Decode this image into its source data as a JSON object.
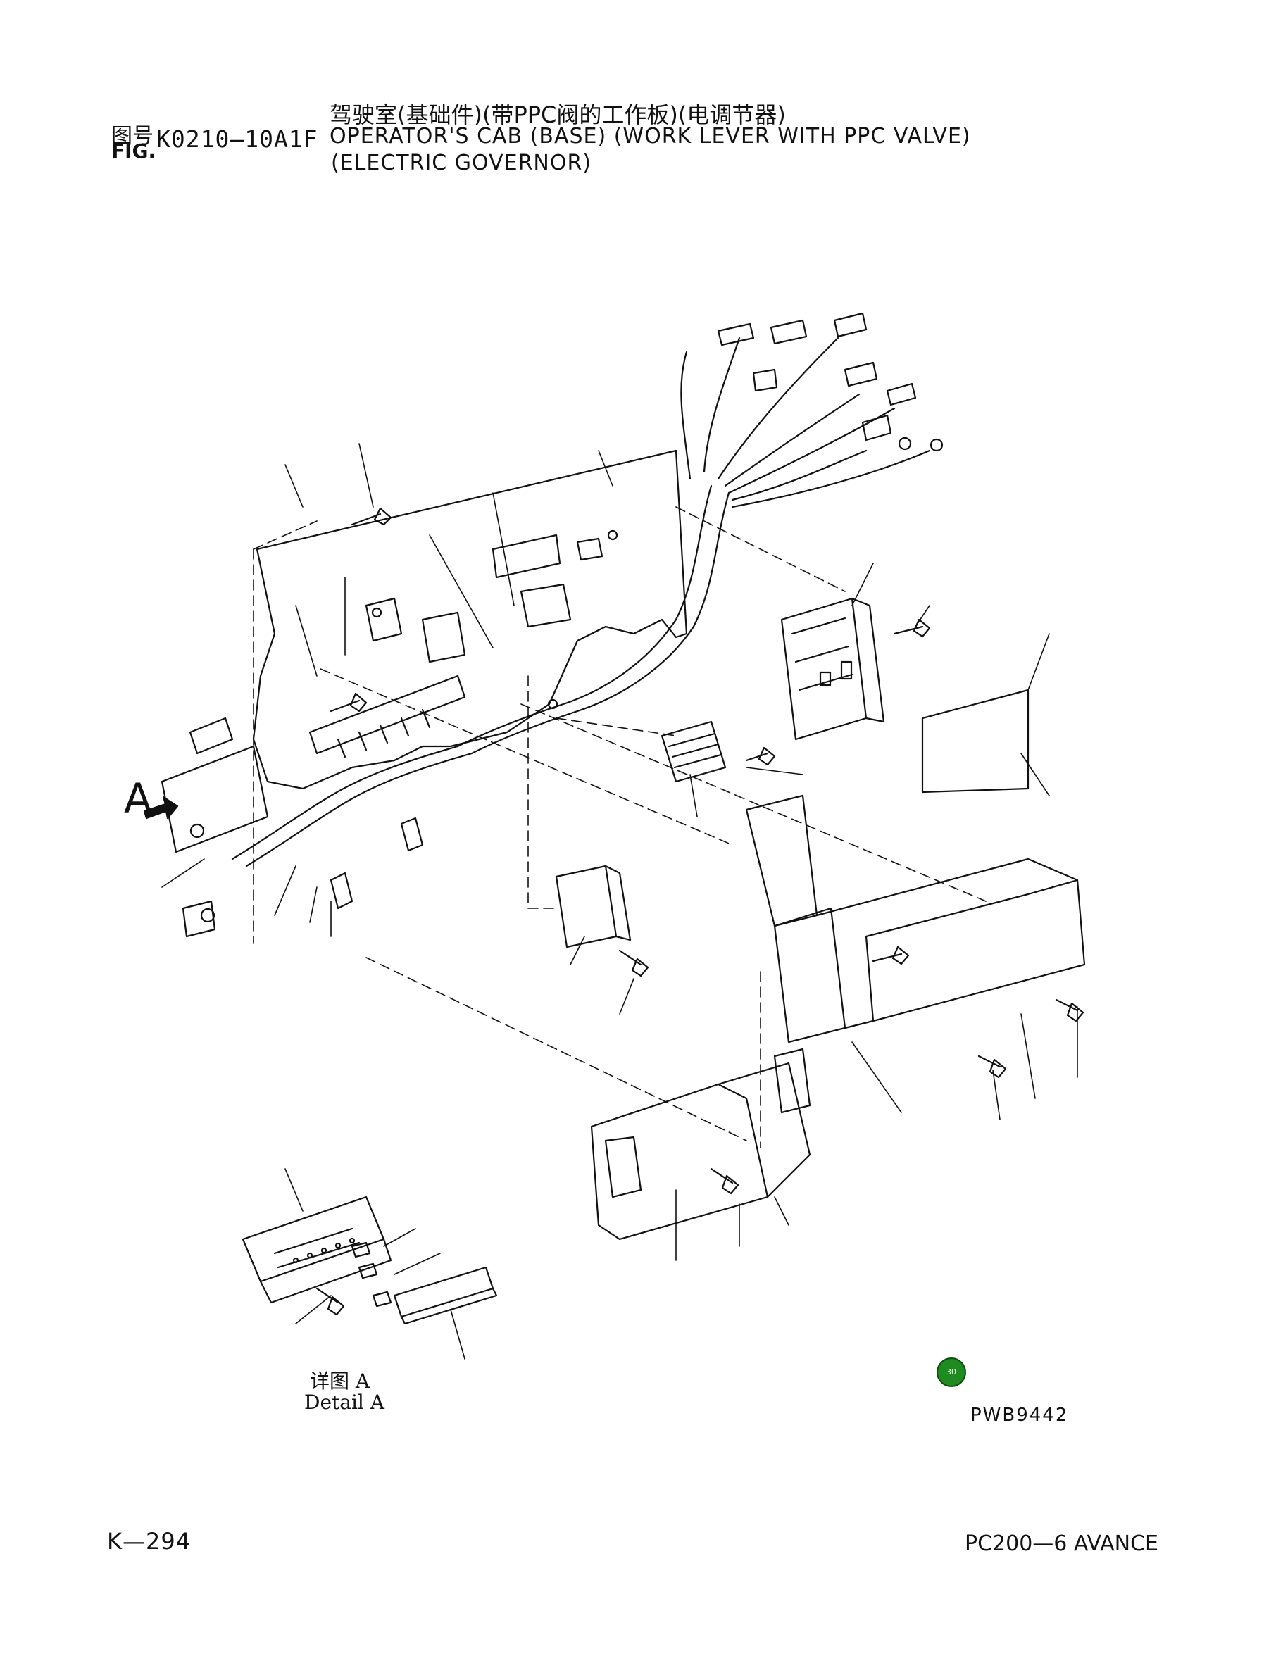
{
  "header": {
    "fig_label_cn": "图号",
    "fig_label_en": "FIG.",
    "fig_number": "K0210—10A1F",
    "title_cn": "驾驶室(基础件)(带PPC阀的工作板)(电调节器)",
    "title_en_line1": "OPERATOR'S CAB (BASE) (WORK LEVER WITH PPC VALVE)",
    "title_en_line2": "(ELECTRIC GOVERNOR)"
  },
  "diagram": {
    "callout_letter": "A",
    "detail_label_cn": "详图 A",
    "detail_label_en": "Detail A",
    "drawing_ref": "PWB9442",
    "badge_number": "30"
  },
  "footer": {
    "page_number": "K—294",
    "model": "PC200—6 AVANCE"
  },
  "colors": {
    "ink": "#111111",
    "badge": "#1f8a1f"
  }
}
